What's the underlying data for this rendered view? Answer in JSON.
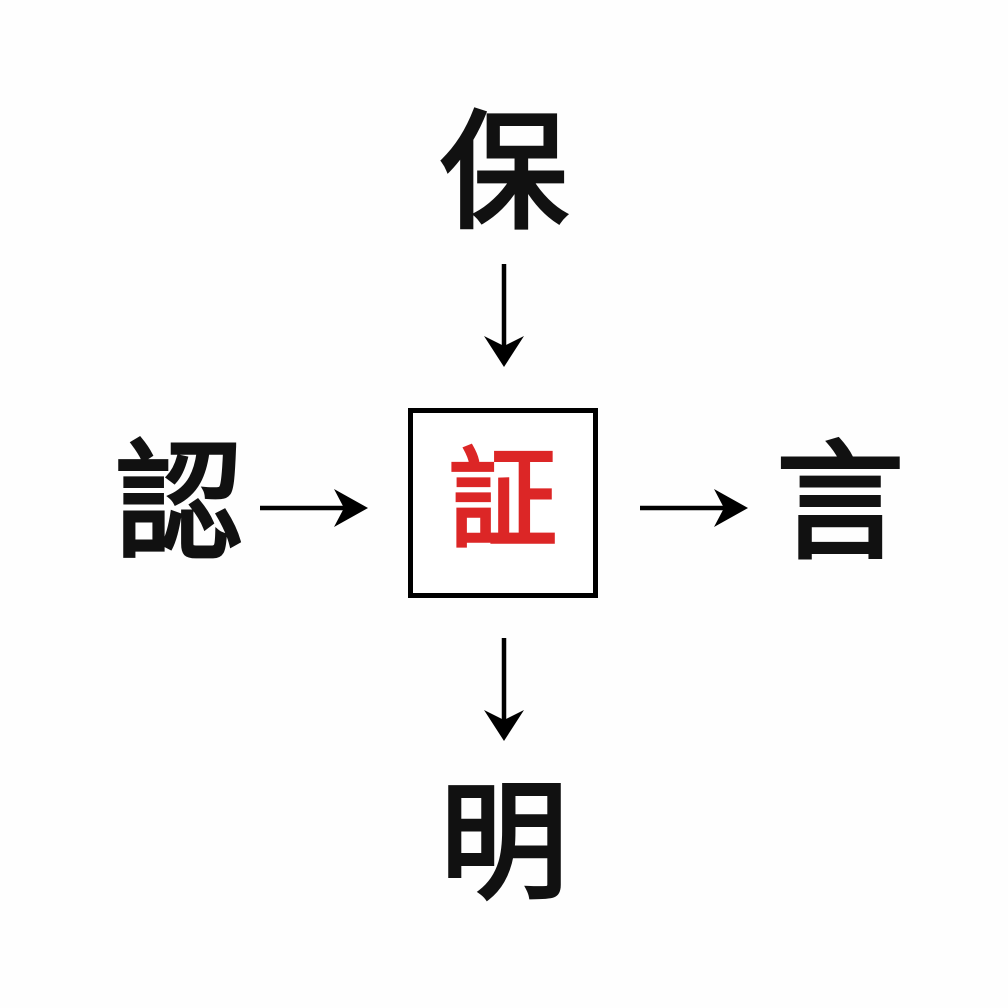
{
  "diagram": {
    "type": "radial-kanji-relationship",
    "background_color": "#FEFEFE",
    "accent_color": "#DC2626",
    "ink_color": "#111111",
    "center": {
      "character": "証",
      "color": "#DC2626",
      "boxed": true,
      "box_border_color": "#000000"
    },
    "nodes": {
      "top": {
        "character": "保",
        "color": "#111111"
      },
      "left": {
        "character": "認",
        "color": "#111111"
      },
      "right": {
        "character": "言",
        "color": "#111111"
      },
      "bottom": {
        "character": "明",
        "color": "#111111"
      }
    },
    "arrows": [
      {
        "id": "arrow-top",
        "direction": "down",
        "from": "保",
        "to": "証",
        "glyph": "↓"
      },
      {
        "id": "arrow-left",
        "direction": "right",
        "from": "認",
        "to": "証",
        "glyph": "→"
      },
      {
        "id": "arrow-right",
        "direction": "right",
        "from": "証",
        "to": "言",
        "glyph": "→"
      },
      {
        "id": "arrow-bottom",
        "direction": "down",
        "from": "証",
        "to": "明",
        "glyph": "↓"
      }
    ]
  }
}
